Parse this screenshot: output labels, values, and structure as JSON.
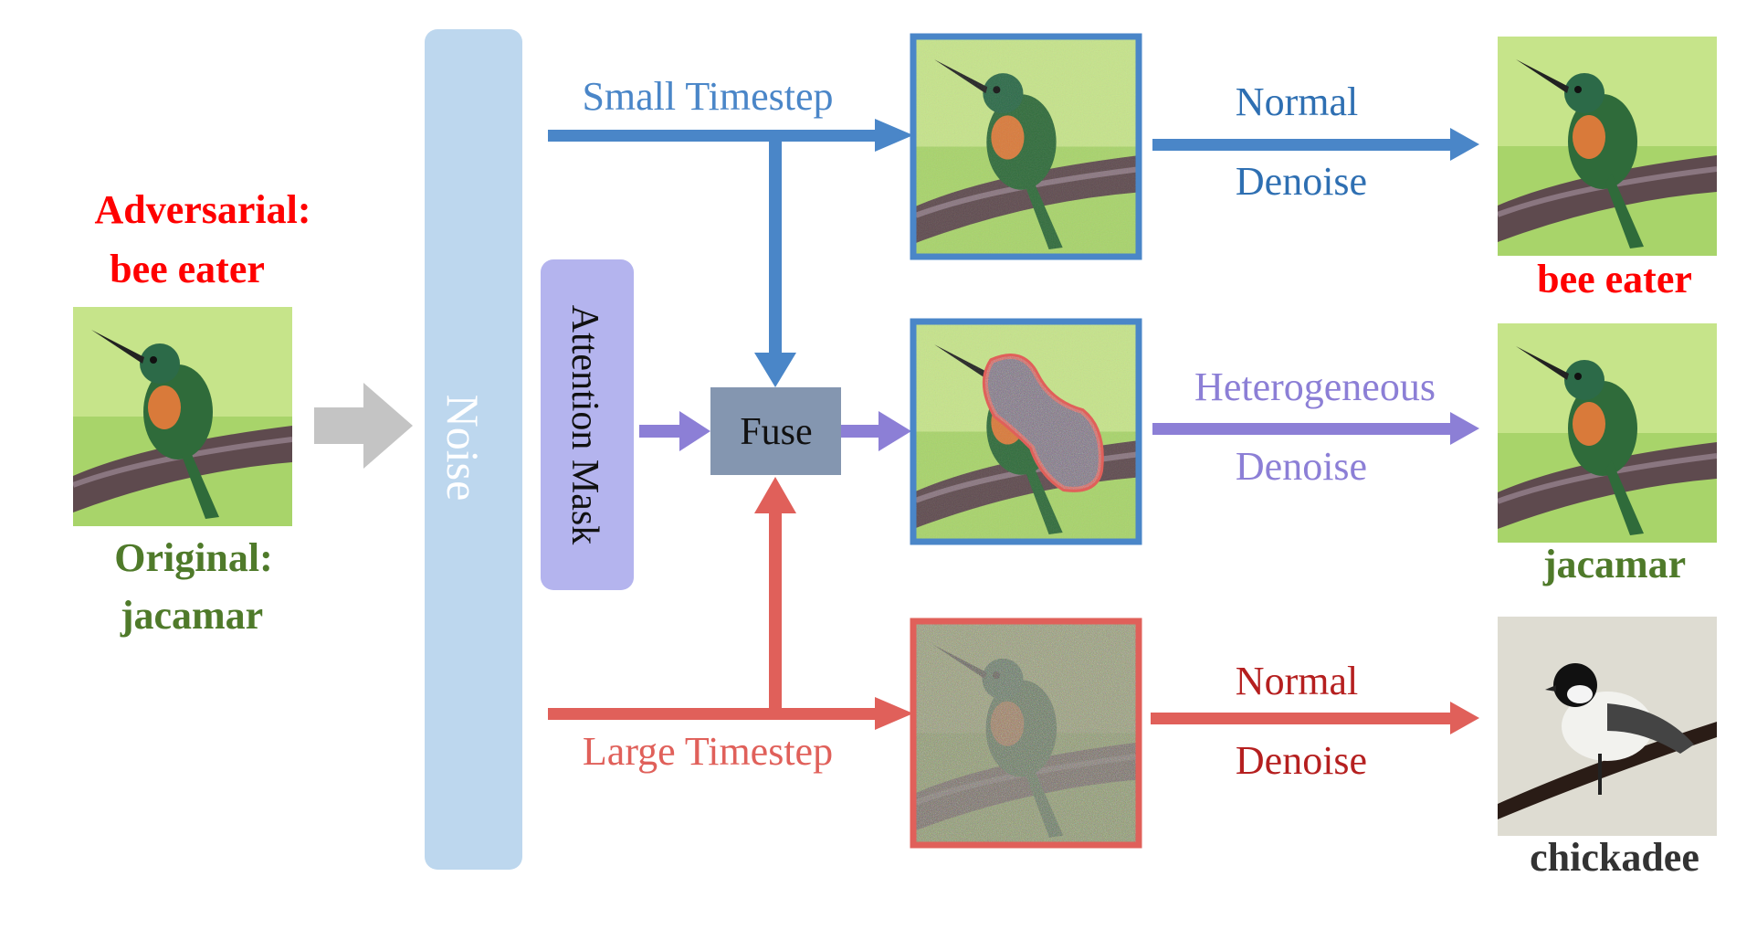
{
  "input": {
    "adversarial_label_line1": "Adversarial:",
    "adversarial_label_line2": "bee eater",
    "original_label_line1": "Original:",
    "original_label_line2": "jacamar"
  },
  "noise": {
    "label": "Noise"
  },
  "attention": {
    "label": "Attention Mask"
  },
  "fuse": {
    "label": "Fuse"
  },
  "branches": {
    "small": {
      "label": "Small Timestep",
      "denoise_line1": "Normal",
      "denoise_line2": "Denoise",
      "output_label": "bee eater"
    },
    "hetero": {
      "denoise_line1": "Heterogeneous",
      "denoise_line2": "Denoise",
      "output_label": "jacamar"
    },
    "large": {
      "label": "Large Timestep",
      "denoise_line1": "Normal",
      "denoise_line2": "Denoise",
      "output_label": "chickadee"
    }
  },
  "colors": {
    "blue": "#4a86c8",
    "purple": "#8c7fd6",
    "red": "#e0605a",
    "dark_red": "#b51f1f",
    "adversarial_red": "#ff0000",
    "green": "#4f7a2a",
    "gray_arrow": "#c4c4c4",
    "noise_bar": "#bdd7ee",
    "attention_box": "#b4b4ee",
    "fuse_box": "#8496b0",
    "dark_text": "#333333"
  }
}
